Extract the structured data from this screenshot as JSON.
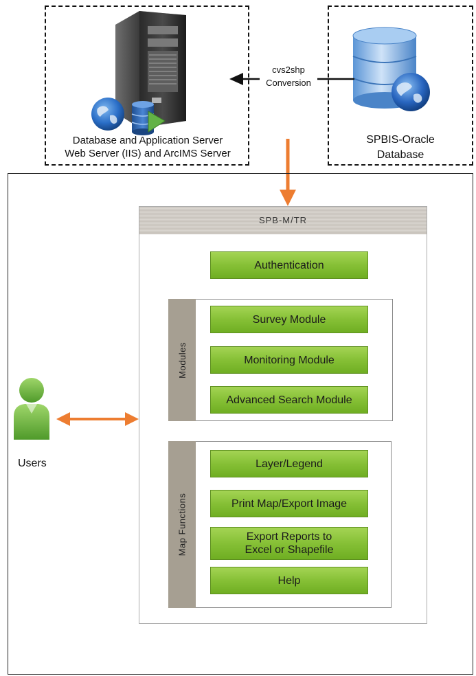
{
  "server": {
    "caption_line1": "Database and Application Server",
    "caption_line2": "Web Server (IIS) and ArcIMS Server"
  },
  "conversion": {
    "line1": "cvs2shp",
    "line2": "Conversion"
  },
  "database": {
    "caption_line1": "SPBIS-Oracle",
    "caption_line2": "Database"
  },
  "panel": {
    "title": "SPB-M/TR",
    "authentication": "Authentication"
  },
  "modules": {
    "label": "Modules",
    "items": [
      "Survey Module",
      "Monitoring Module",
      "Advanced Search Module"
    ]
  },
  "map_functions": {
    "label": "Map Functions",
    "items": [
      "Layer/Legend",
      "Print Map/Export Image",
      "Export Reports to",
      "Excel or Shapefile",
      "Help"
    ]
  },
  "users": {
    "label": "Users"
  },
  "colors": {
    "arrow_orange": "#ED7D31",
    "button_green": "#86C036",
    "tab_gray": "#A69F92",
    "user_green": "#7CC242"
  }
}
